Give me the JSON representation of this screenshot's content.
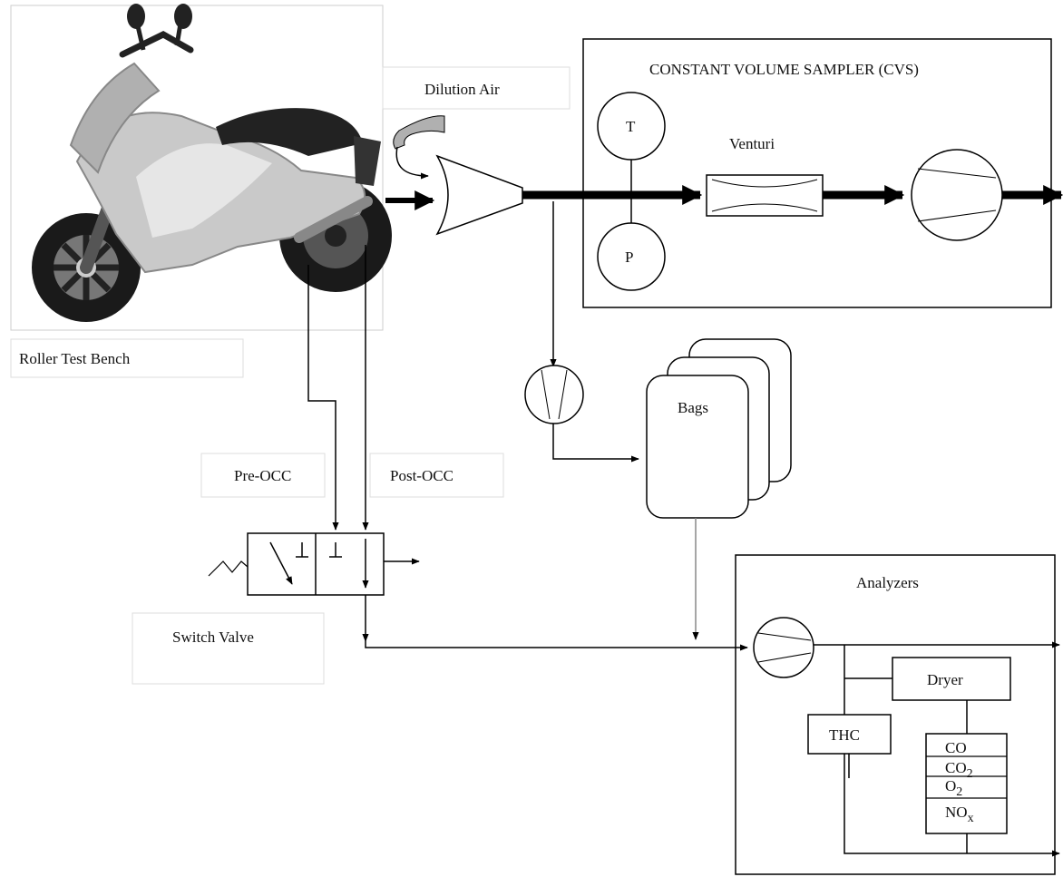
{
  "labels": {
    "roller_test_bench": "Roller Test Bench",
    "dilution_air": "Dilution Air",
    "cvs_title": "CONSTANT VOLUME SAMPLER (CVS)",
    "temperature": "T",
    "pressure": "P",
    "venturi": "Venturi",
    "bags": "Bags",
    "pre_occ": "Pre-OCC",
    "post_occ": "Post-OCC",
    "switch_valve": "Switch Valve",
    "analyzers": "Analyzers",
    "dryer": "Dryer",
    "thc": "THC",
    "co": "CO",
    "co2": "CO",
    "o2": "O",
    "nox": "NO",
    "co2_sub": "2",
    "o2_sub": "2",
    "nox_sub": "x"
  }
}
